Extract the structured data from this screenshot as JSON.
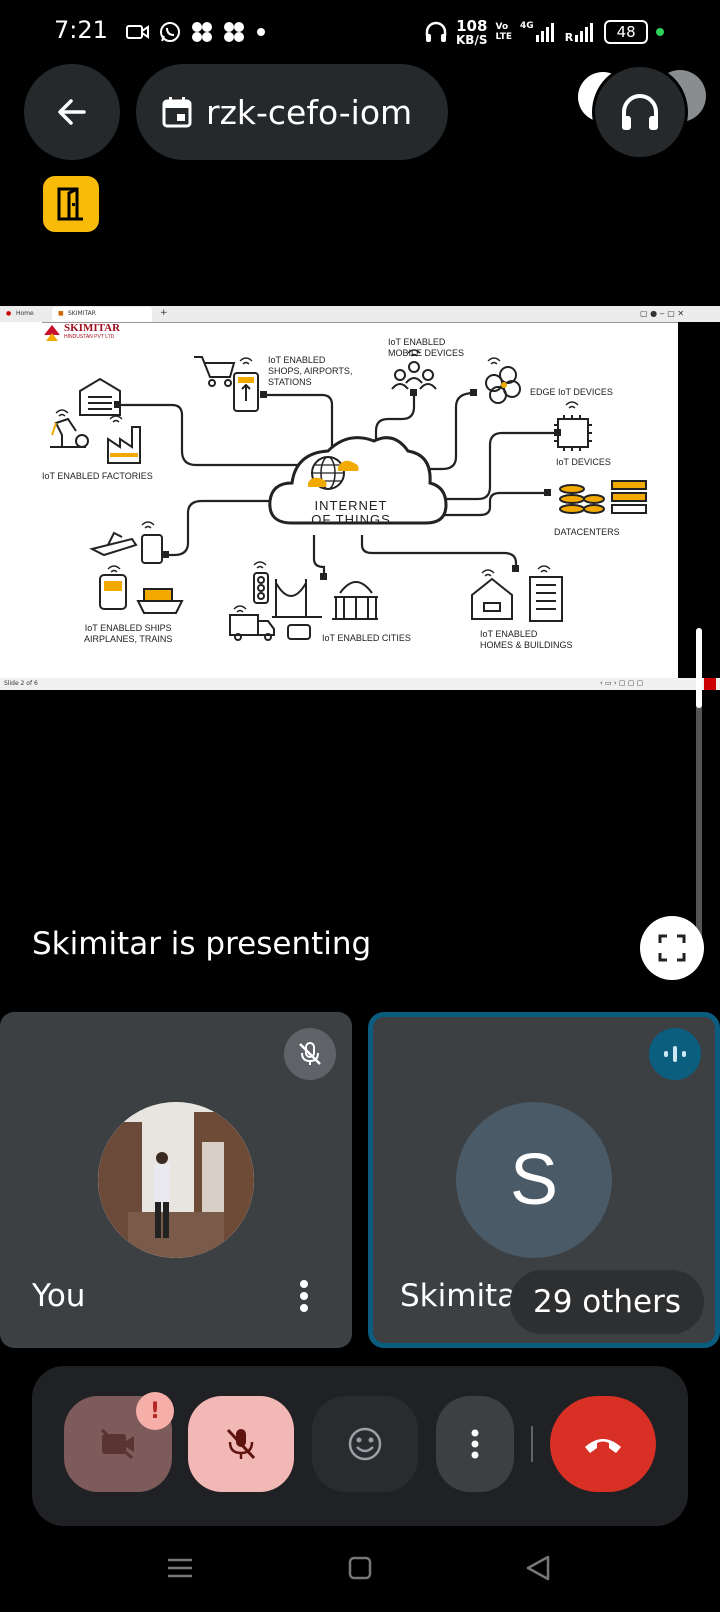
{
  "status_bar": {
    "time": "7:21",
    "net_speed_value": "108",
    "net_speed_unit": "KB/S",
    "volte_top": "Vo",
    "volte_bottom": "LTE",
    "network_type": "4G",
    "roaming": "R",
    "battery": "48",
    "icons": [
      "video-camera-icon",
      "whatsapp-icon",
      "pinwheel-icon",
      "pinwheel-icon",
      "dot-icon",
      "headphones-icon",
      "signal-icon",
      "signal-icon"
    ]
  },
  "top_bar": {
    "meeting_code": "rzk-cefo-iom"
  },
  "presentation": {
    "browser_tab_1": "Home",
    "browser_tab_2": "SKIMITAR",
    "taskbar_left": "Slide 2 of 6",
    "company": "SKIMITAR",
    "company_sub": "HINDUSTAN PVT LTD",
    "center_line1": "INTERNET",
    "center_line2": "OF THINGS",
    "labels": {
      "shops_1": "IoT ENABLED",
      "shops_2": "SHOPS, AIRPORTS,",
      "shops_3": "STATIONS",
      "mobile_1": "IoT ENABLED",
      "mobile_2": "MOBILE DEVICES",
      "edge": "EDGE IoT DEVICES",
      "devices": "IoT DEVICES",
      "factories": "IoT ENABLED FACTORIES",
      "datacenters": "DATACENTERS",
      "ships_1": "IoT ENABLED SHIPS",
      "ships_2": "AIRPLANES, TRAINS",
      "cities": "IoT ENABLED CITIES",
      "homes_1": "IoT ENABLED",
      "homes_2": "HOMES & BUILDINGS"
    },
    "presenting_text": "Skimitar is presenting"
  },
  "tiles": {
    "you_name": "You",
    "skimitar_name": "Skimitar",
    "skimitar_initial": "S",
    "others_label": "29 others"
  },
  "controls": {
    "alert_mark": "!"
  },
  "colors": {
    "tile_bg": "#3c4043",
    "active_speaker_border": "#0a5d7e",
    "end_call": "#d93025",
    "muted_pink": "#f2b8b5",
    "camera_off": "#7d5b5b",
    "exit_yellow": "#f9bb0a"
  }
}
